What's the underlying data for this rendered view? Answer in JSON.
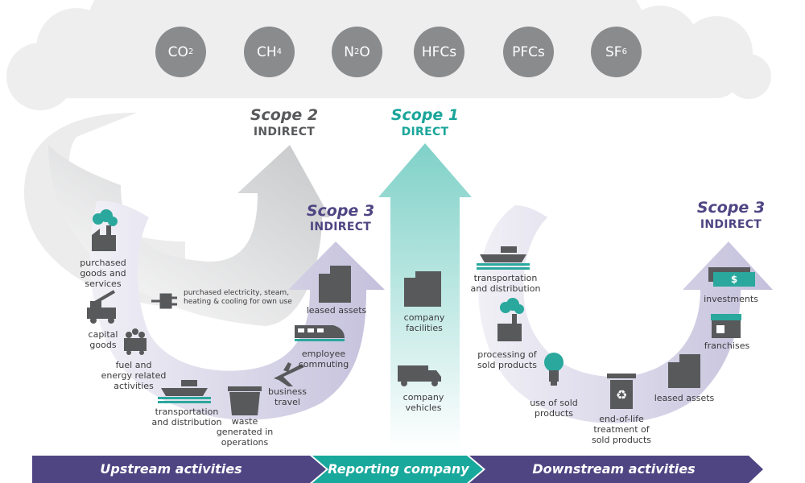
{
  "gases": [
    {
      "main": "CO",
      "sub": "2"
    },
    {
      "main": "CH",
      "sub": "4"
    },
    {
      "main": "N",
      "sub": "2",
      "tail": "O"
    },
    {
      "main": "HFCs",
      "sub": ""
    },
    {
      "main": "PFCs",
      "sub": ""
    },
    {
      "main": "SF",
      "sub": "6"
    }
  ],
  "scope2": {
    "title": "Scope 2",
    "subtitle": "INDIRECT"
  },
  "scope1": {
    "title": "Scope 1",
    "subtitle": "DIRECT"
  },
  "scope3_upstream": {
    "title": "Scope 3",
    "subtitle": "INDIRECT"
  },
  "scope3_downstream": {
    "title": "Scope 3",
    "subtitle": "INDIRECT"
  },
  "labels": {
    "purchased_goods": "purchased\ngoods and\nservices",
    "capital_goods": "capital\ngoods",
    "fuel_energy": "fuel and\nenergy related\nactivities",
    "upstream_transport": "transportation\nand distribution",
    "waste": "waste\ngenerated in\noperations",
    "business_travel": "business\ntravel",
    "employee_commuting": "employee\ncommuting",
    "upstream_leased": "leased assets",
    "purchased_electricity": "purchased electricity, steam,\nheating & cooling for own use",
    "company_facilities": "company\nfacilities",
    "company_vehicles": "company\nvehicles",
    "downstream_transport": "transportation\nand distribution",
    "processing": "processing of\nsold products",
    "use_sold": "use of sold\nproducts",
    "end_of_life": "end-of-life\ntreatment of\nsold products",
    "downstream_leased": "leased assets",
    "franchises": "franchises",
    "investments": "investments"
  },
  "money_symbol": "$",
  "bands": {
    "upstream": "Upstream activities",
    "reporting": "Reporting company",
    "downstream": "Downstream activities"
  },
  "colors": {
    "cloud": "#eeeeef",
    "gas": "#8a8b8d",
    "scope2": "#58595b",
    "scope1": "#1aa59a",
    "scope3": "#4f4583",
    "icon_dark": "#58595b",
    "icon_teal": "#2aa89d",
    "band_purple": "#4f4583",
    "band_teal": "#19a89c"
  }
}
